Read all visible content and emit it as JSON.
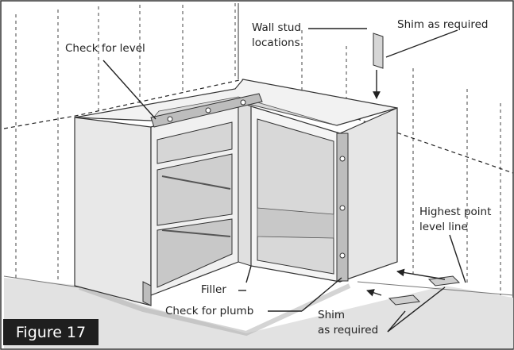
{
  "labels": {
    "check_for_level": "Check for level",
    "wall_stud_locations": "Wall stud\nlocations",
    "shim_as_required_top": "Shim as required",
    "highest_point_level_line": "Highest point\nlevel line",
    "filler": "Filler",
    "check_for_plumb": "Check for plumb",
    "shim_as_required_bottom": "Shim\nas required"
  },
  "figure_label": "Figure 17",
  "colors": {
    "line": "#333333",
    "cabinet_fill": "#ededed",
    "cabinet_shade": "#d2d2d2",
    "floor": "#dcdcdc",
    "badge_bg": "#1f1f1f",
    "badge_text": "#ffffff"
  }
}
